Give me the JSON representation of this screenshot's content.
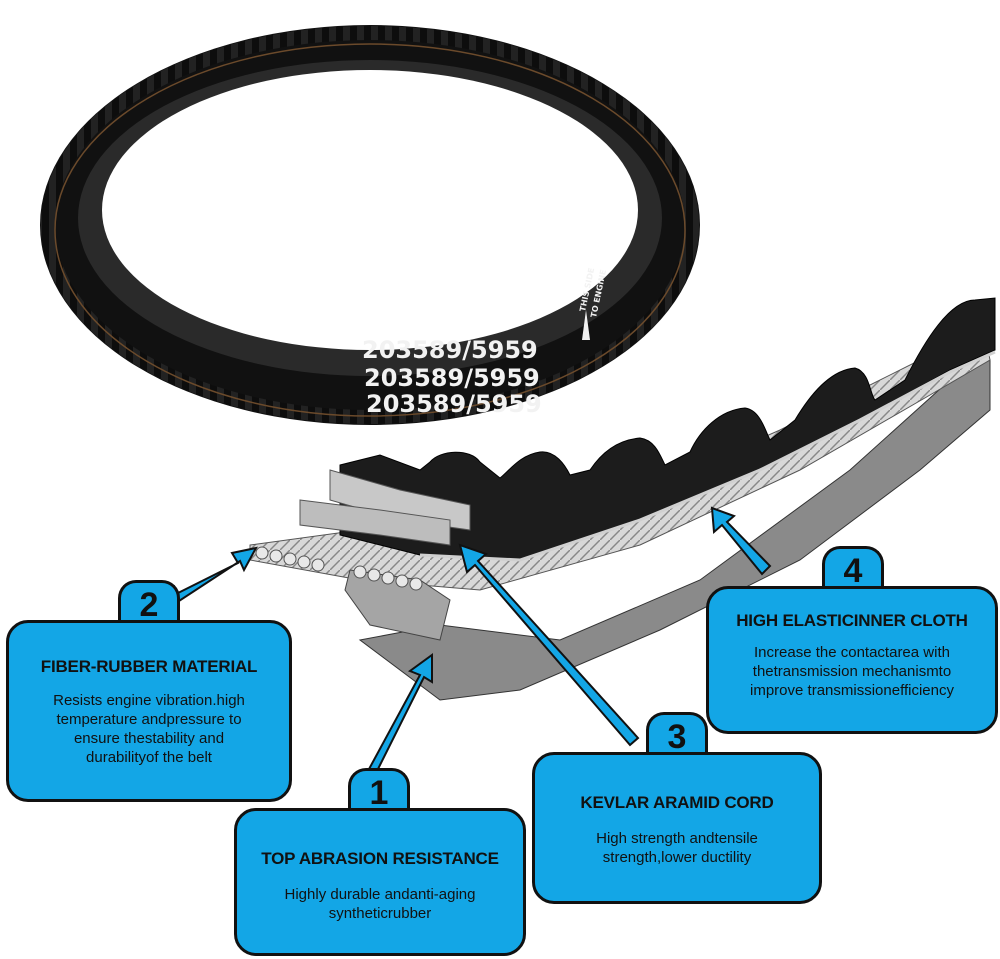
{
  "belt_print": {
    "code_line_1": "203589/5959",
    "code_line_2": "203589/5959",
    "code_line_3": "203589/5959",
    "side_text_1": "THIS SIDE",
    "side_text_2": "TO ENGINE"
  },
  "callouts": [
    {
      "number": "1",
      "title": "TOP ABRASION RESISTANCE",
      "description": "Highly durable andanti-aging\nsyntheticrubber"
    },
    {
      "number": "2",
      "title": "FIBER-RUBBER MATERIAL",
      "description": "Resists engine vibration.high\ntemperature andpressure to\nensure thestability and\ndurabilityof the belt"
    },
    {
      "number": "3",
      "title": "KEVLAR ARAMID CORD",
      "description": "High strength andtensile\nstrength,lower ductility"
    },
    {
      "number": "4",
      "title": "HIGH ELASTICINNER CLOTH",
      "description": "Increase the contactarea with\nthetransmission mechanismto\nimprove transmissionefficiency"
    }
  ],
  "colors": {
    "callout_fill": "#13a6e6",
    "belt_black": "#1a1a1a",
    "layer_grey": "#8a8a8a"
  }
}
